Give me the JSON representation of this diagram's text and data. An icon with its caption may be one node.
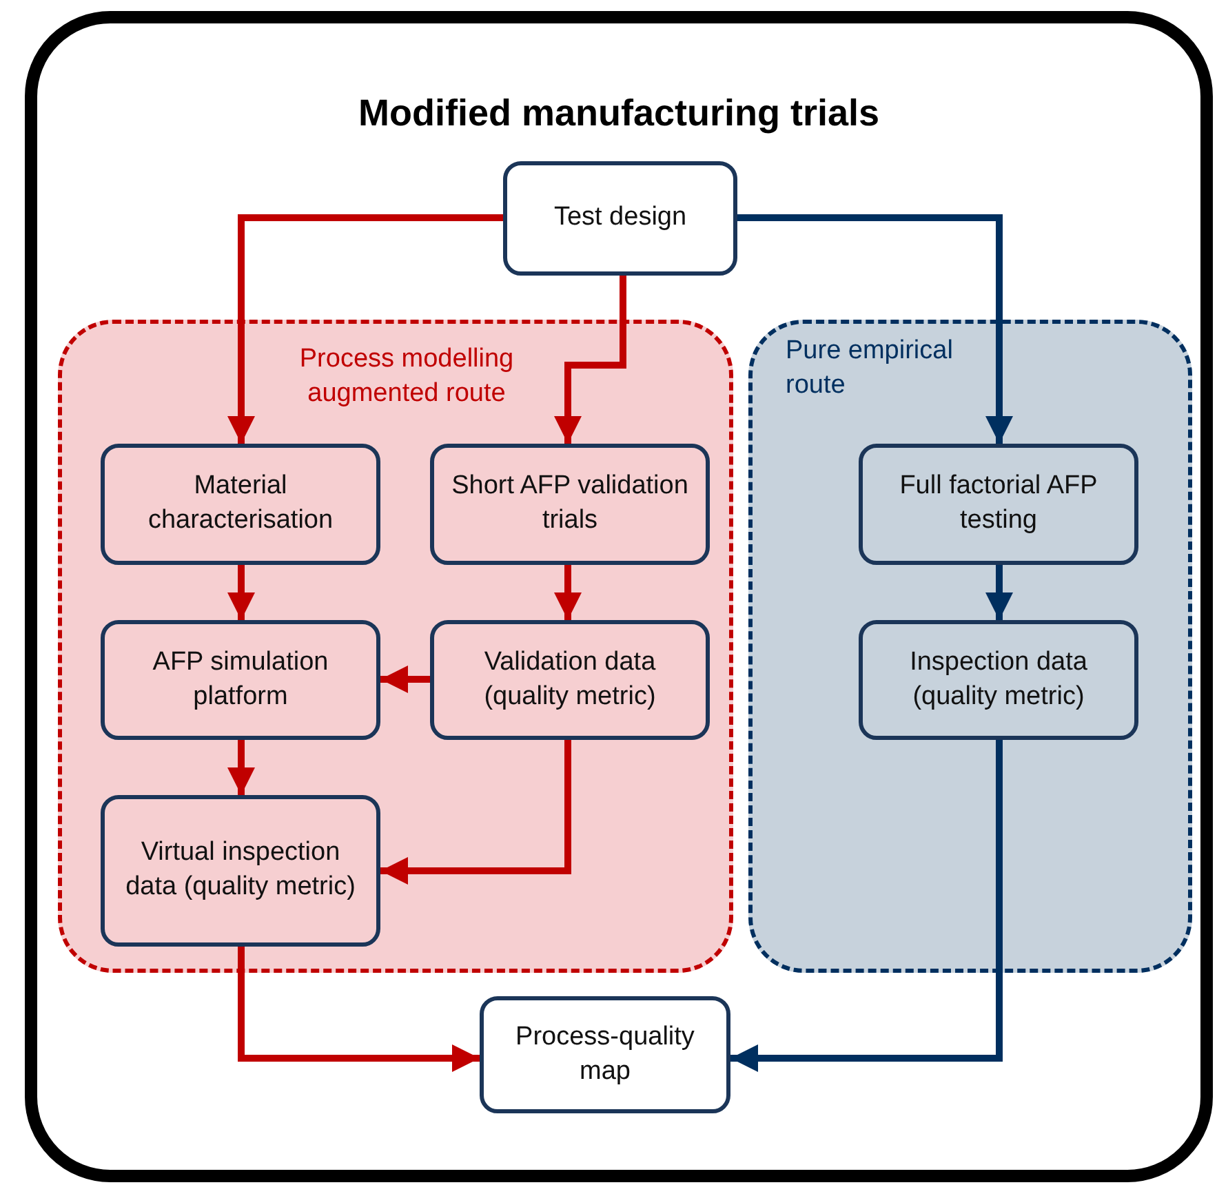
{
  "diagram": {
    "title": "Modified manufacturing trials",
    "nodes": [
      {
        "text": [],
        "shape": "box"
      },
      {
        "text": [
          "Test design"
        ],
        "in": 0
      },
      {
        "text": [
          "Process modelling augmented route"
        ],
        "in": 0
      },
      {
        "text": [
          "Material characterisation"
        ],
        "in": 2
      },
      {
        "text": [
          "Short AFP validation trials"
        ],
        "in": 2
      },
      {
        "text": [
          "AFP simulation platform"
        ],
        "in": 2
      },
      {
        "text": [
          "Validation data (quality metric)"
        ],
        "in": 2
      },
      {
        "text": [
          "Virtual inspection data (quality metric)"
        ],
        "in": 2
      },
      {
        "text": [
          "Pure empirical route"
        ],
        "in": 0
      },
      {
        "text": [
          "Full factorial AFP testing"
        ],
        "in": 8
      },
      {
        "text": [
          "Inspection data (quality metric)"
        ],
        "in": 8
      },
      {
        "text": [
          "Process-quality map"
        ],
        "in": 0
      }
    ],
    "edges": [
      {
        "from": 1,
        "to": 3,
        "arrow": "to"
      },
      {
        "from": 1,
        "to": 4,
        "arrow": "to"
      },
      {
        "from": 1,
        "to": 9,
        "arrow": "to",
        "color": "#002f5f"
      },
      {
        "from": 3,
        "to": 5,
        "arrow": "to"
      },
      {
        "from": 4,
        "to": 6,
        "arrow": "to"
      },
      {
        "from": 6,
        "to": 5,
        "arrow": "to"
      },
      {
        "from": 5,
        "to": 7,
        "arrow": "to"
      },
      {
        "from": 6,
        "to": 7,
        "arrow": "to"
      },
      {
        "from": 7,
        "to": 11,
        "arrow": "to"
      },
      {
        "from": 9,
        "to": 10,
        "arrow": "to",
        "color": "#002f5f"
      },
      {
        "from": 10,
        "to": 11,
        "arrow": "to",
        "color": "#002f5f"
      }
    ]
  }
}
